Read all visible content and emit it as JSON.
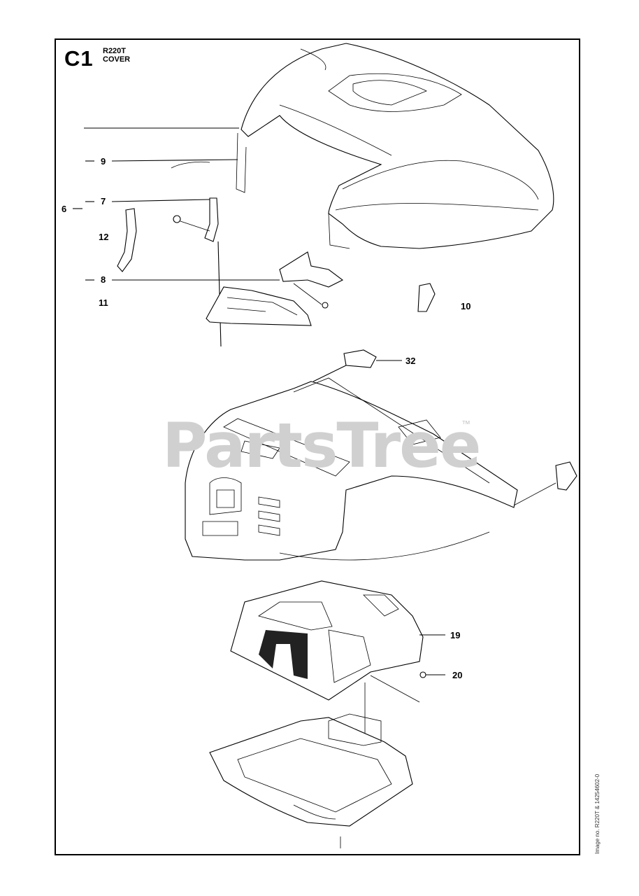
{
  "section": {
    "code": "C1",
    "model": "R220T",
    "name": "COVER"
  },
  "callouts": [
    {
      "id": "c9",
      "label": "9"
    },
    {
      "id": "c7",
      "label": "7"
    },
    {
      "id": "c6",
      "label": "6"
    },
    {
      "id": "c12",
      "label": "12"
    },
    {
      "id": "c8",
      "label": "8"
    },
    {
      "id": "c11",
      "label": "11"
    },
    {
      "id": "c10",
      "label": "10"
    },
    {
      "id": "c32",
      "label": "32"
    },
    {
      "id": "c19",
      "label": "19"
    },
    {
      "id": "c20",
      "label": "20"
    }
  ],
  "watermark": {
    "text": "PartsTree",
    "tm": "™"
  },
  "side_ref": "Image no. R220T & 14254602-0"
}
